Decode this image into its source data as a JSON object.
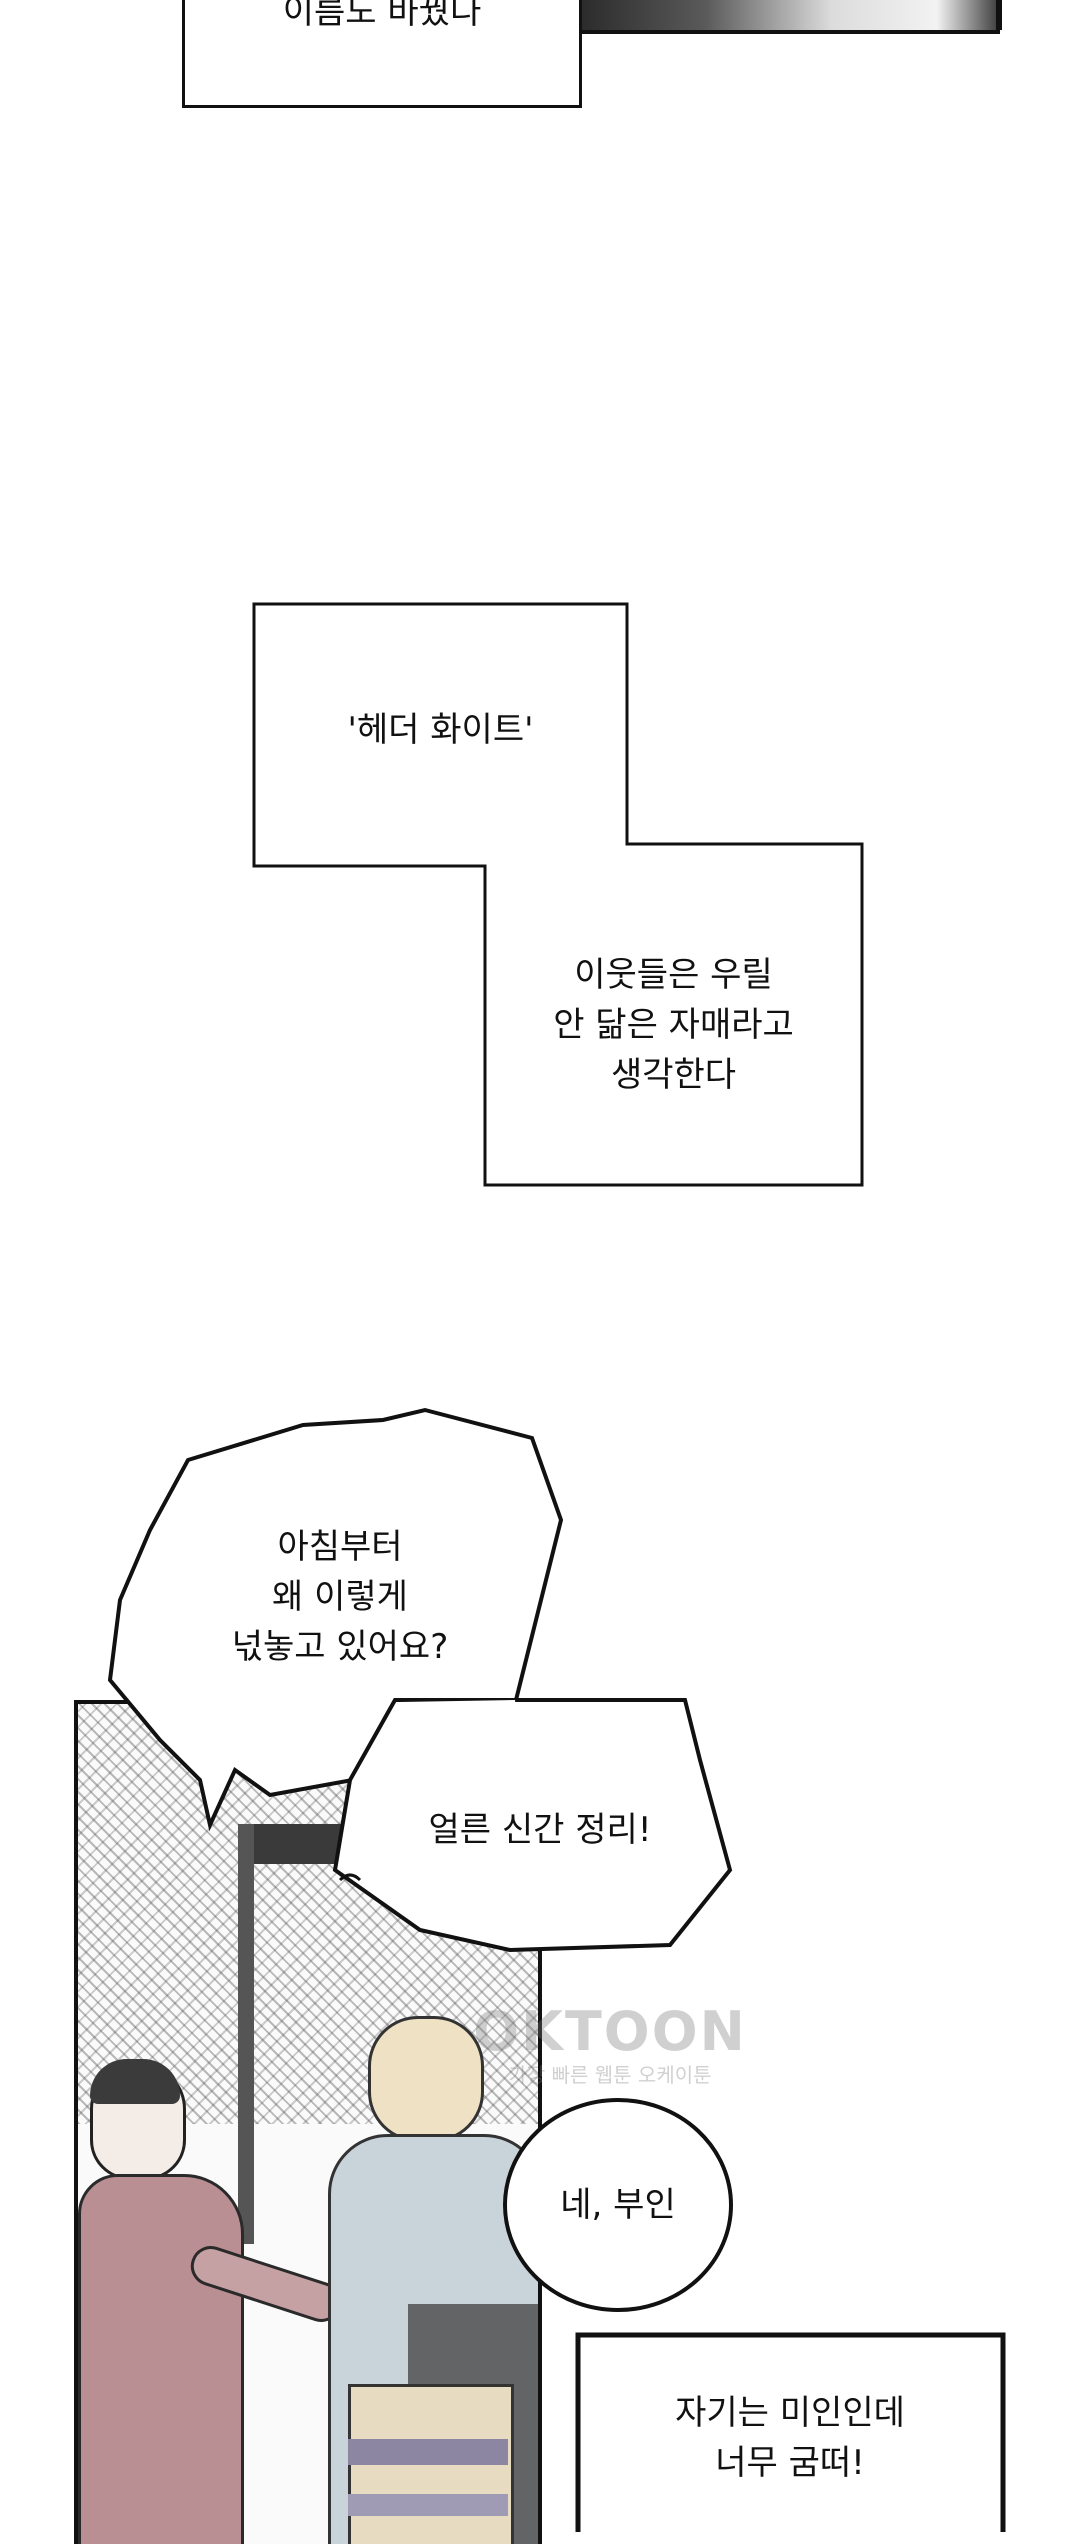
{
  "panel_top": {
    "caption_partial": "이름도 바꿨다"
  },
  "narration": {
    "box1_text": "'헤더 화이트'",
    "box2_text": "이웃들은 우릴\n안 닮은 자매라고\n생각한다"
  },
  "scene": {
    "bubble1_text": "아침부터\n왜 이렇게\n넋놓고 있어요?",
    "bubble2_text": "얼른 신간 정리!",
    "bubble3_text": "네, 부인",
    "caption_text": "자기는 미인인데\n너무 굼떠!"
  },
  "watermark": {
    "logo": "OKTOON",
    "tagline": "가장 빠른 웹툰 오케이툰"
  }
}
